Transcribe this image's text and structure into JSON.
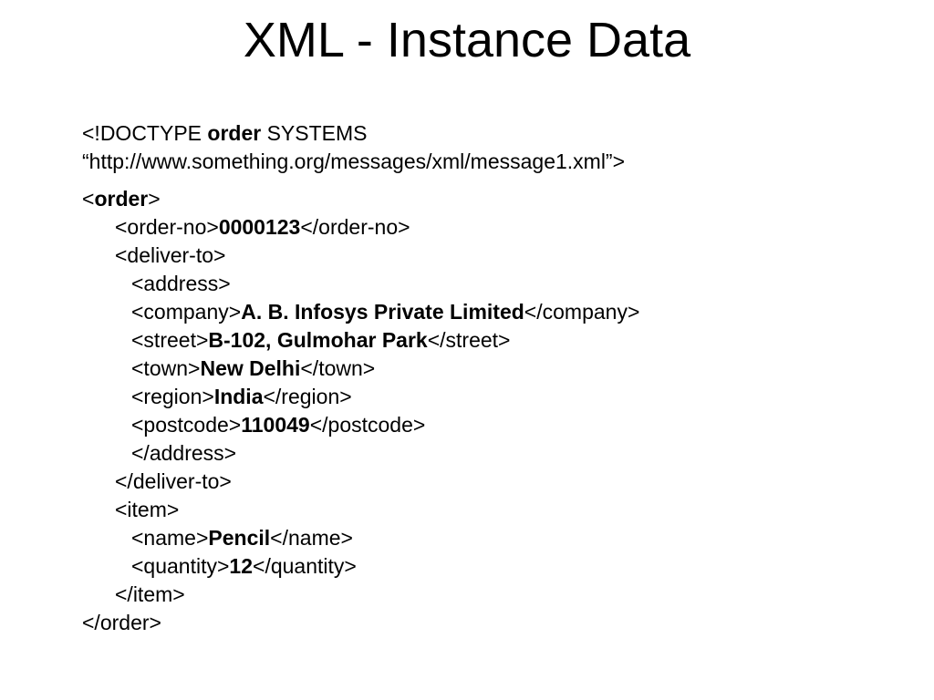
{
  "slide": {
    "title": "XML - Instance Data"
  },
  "doctype": {
    "prefix": "<!DOCTYPE ",
    "root": "order",
    "keyword": " SYSTEMS",
    "uri": "“http://www.something.org/messages/xml/message1.xml”>"
  },
  "xml": {
    "order_open_lt": "<",
    "order_open_name": "order",
    "order_open_gt": ">",
    "order_no_open": "<order-no>",
    "order_no_value": "0000123",
    "order_no_close": "</order-no>",
    "deliver_to_open": "<deliver-to>",
    "address_open": "<address>",
    "company_open": "<company>",
    "company_value": "A. B. Infosys Private Limited",
    "company_close": "</company>",
    "street_open": "<street>",
    "street_value": "B-102, Gulmohar Park",
    "street_close": "</street>",
    "town_open": "<town>",
    "town_value": "New Delhi",
    "town_close": "</town>",
    "region_open": "<region>",
    "region_value": "India",
    "region_close": "</region>",
    "postcode_open": "<postcode>",
    "postcode_value": "110049",
    "postcode_close": "</postcode>",
    "address_close": "</address>",
    "deliver_to_close": "</deliver-to>",
    "item_open": "<item>",
    "name_open": "<name>",
    "name_value": "Pencil",
    "name_close": "</name>",
    "quantity_open": "<quantity>",
    "quantity_value": "12",
    "quantity_close": "</quantity>",
    "item_close": "</item>",
    "order_close": "</order>"
  }
}
